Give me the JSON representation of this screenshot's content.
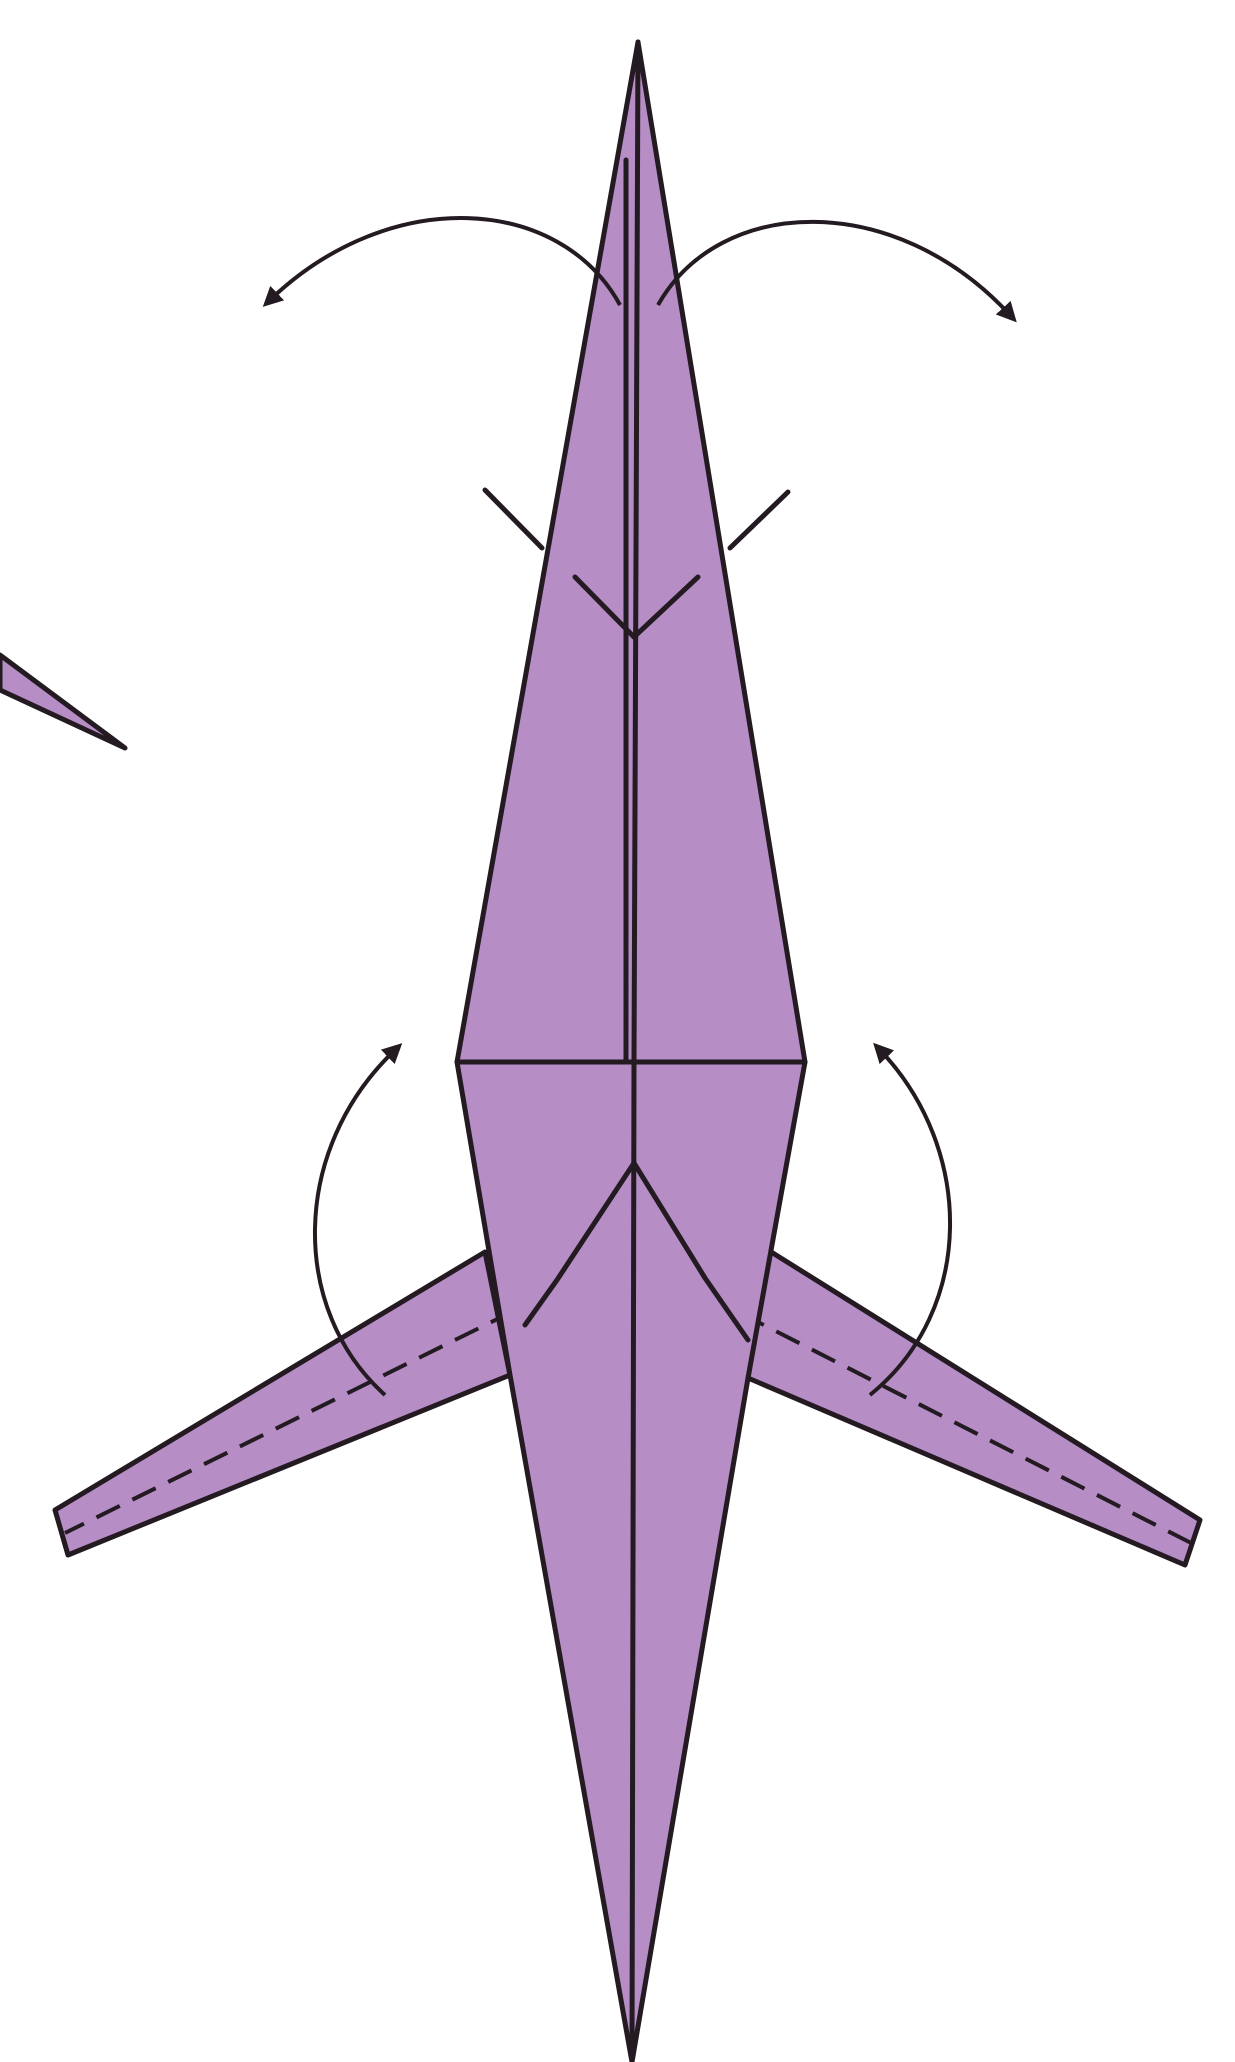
{
  "diagram": {
    "paper_color": "#b68dc4",
    "line_color": "#231a22",
    "background": "#ffffff",
    "folds": [
      {
        "name": "upper-left-flap-fold",
        "kind": "valley-fold",
        "direction": "outward-left"
      },
      {
        "name": "upper-right-flap-fold",
        "kind": "valley-fold",
        "direction": "outward-right"
      },
      {
        "name": "left-leg-fold",
        "kind": "valley-fold",
        "direction": "up"
      },
      {
        "name": "right-leg-fold",
        "kind": "valley-fold",
        "direction": "up"
      }
    ]
  }
}
